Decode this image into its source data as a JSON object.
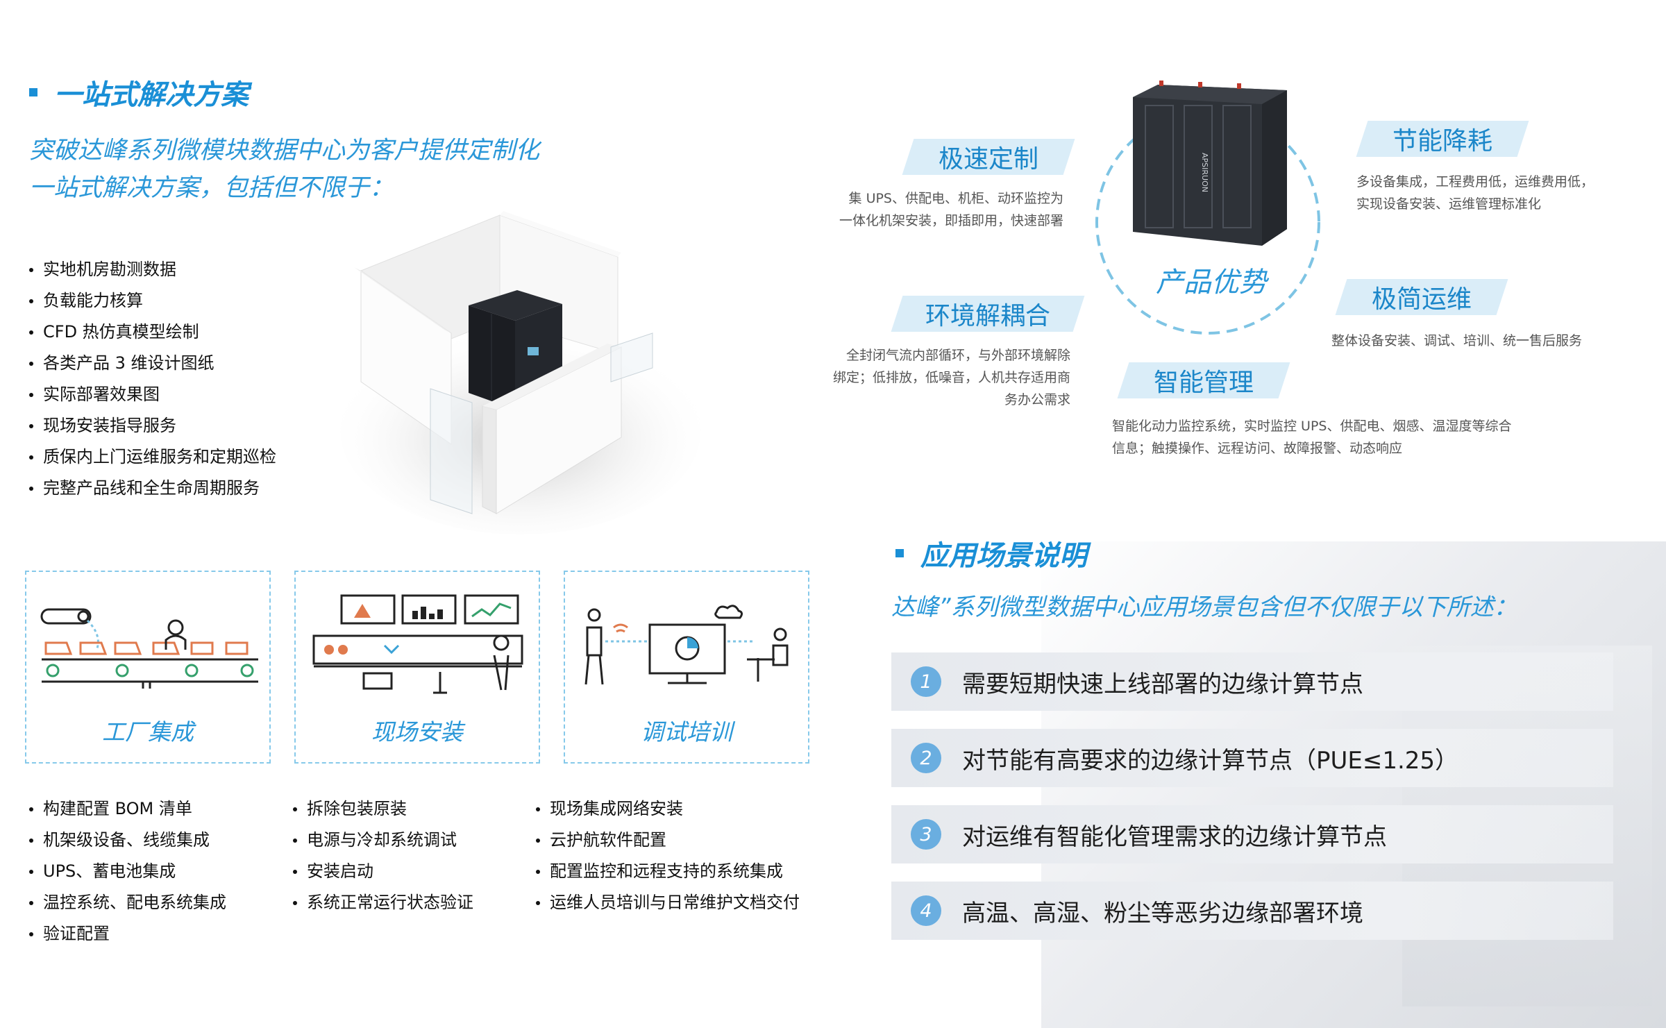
{
  "left": {
    "title": "一站式解决方案",
    "intro_line1": "突破达峰系列微模块数据中心为客户提供定制化",
    "intro_line2": "一站式解决方案，包括但不限于：",
    "services": [
      "实地机房勘测数据",
      "负载能力核算",
      "CFD 热仿真模型绘制",
      "各类产品 3 维设计图纸",
      "实际部署效果图",
      "现场安装指导服务",
      "质保内上门运维服务和定期巡检",
      "完整产品线和全生命周期服务"
    ],
    "cards": [
      {
        "caption": "工厂集成",
        "icon": "factory-conveyor-icon"
      },
      {
        "caption": "现场安装",
        "icon": "control-room-icon"
      },
      {
        "caption": "调试培训",
        "icon": "training-icon"
      }
    ],
    "lists": [
      [
        "构建配置 BOM 清单",
        "机架级设备、线缆集成",
        "UPS、蓄电池集成",
        "温控系统、配电系统集成",
        "验证配置"
      ],
      [
        "拆除包装原装",
        "电源与冷却系统调试",
        "安装启动",
        "系统正常运行状态验证"
      ],
      [
        "现场集成网络安装",
        "云护航软件配置",
        "配置监控和远程支持的系统集成",
        "运维人员培训与日常维护文档交付"
      ]
    ]
  },
  "advantages": {
    "center_label": "产品优势",
    "cabinet_brand": "APSIRUON",
    "items": [
      {
        "title": "极速定制",
        "desc1": "集 UPS、供配电、机柜、动环监控为",
        "desc2": "一体化机架安装，即插即用，快速部署"
      },
      {
        "title": "节能降耗",
        "desc1": "多设备集成，工程费用低，运维费用低，",
        "desc2": "实现设备安装、运维管理标准化"
      },
      {
        "title": "环境解耦合",
        "desc1": "全封闭气流内部循环，与外部环境解除",
        "desc2": "绑定；低排放，低噪音，人机共存适用商",
        "desc3": "务办公需求"
      },
      {
        "title": "极简运维",
        "desc1": "整体设备安装、调试、培训、统一售后服务"
      },
      {
        "title": "智能管理",
        "desc1": "智能化动力监控系统，实时监控 UPS、供配电、烟感、温湿度等综合",
        "desc2": "信息；触摸操作、远程访问、故障报警、动态响应"
      }
    ]
  },
  "scenarios": {
    "title": "应用场景说明",
    "intro": "达峰”系列微型数据中心应用场景包含但不仅限于以下所述：",
    "items": [
      {
        "num": "1",
        "text": "需要短期快速上线部署的边缘计算节点"
      },
      {
        "num": "2",
        "text": "对节能有高要求的边缘计算节点（PUE≤1.25）"
      },
      {
        "num": "3",
        "text": "对运维有智能化管理需求的边缘计算节点"
      },
      {
        "num": "4",
        "text": "高温、高湿、粉尘等恶劣边缘部署环境"
      }
    ]
  },
  "colors": {
    "accent": "#1a8fd6",
    "tag_bg": "#daedf8",
    "card_border": "#86c9ea",
    "num_circle": "#6aaee0"
  }
}
